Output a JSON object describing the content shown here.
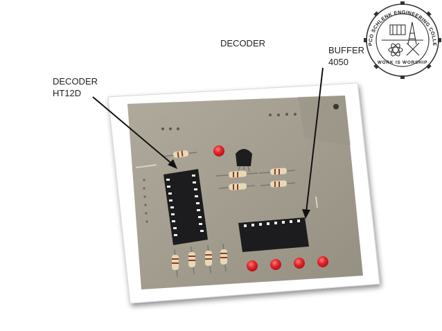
{
  "slide": {
    "title": "DECODER"
  },
  "annotations": {
    "decoder_line1": "DECODER",
    "decoder_line2": "HT12D",
    "buffer_line1": "BUFFER",
    "buffer_line2": "4050"
  },
  "logo": {
    "ring_text": "MEPCO SCHLENK ENGINEERING COLLEGE",
    "motto": "WORK IS WORSHIP"
  },
  "photo": {
    "description_icons": [
      "pcb-board",
      "ic-chip",
      "resistor",
      "led",
      "transistor"
    ]
  },
  "colors": {
    "pcb": "#a59f91",
    "chip": "#1c1c1e",
    "led": "#d8232a",
    "frame_shadow": "#9a9a9a",
    "arrow": "#111111"
  }
}
